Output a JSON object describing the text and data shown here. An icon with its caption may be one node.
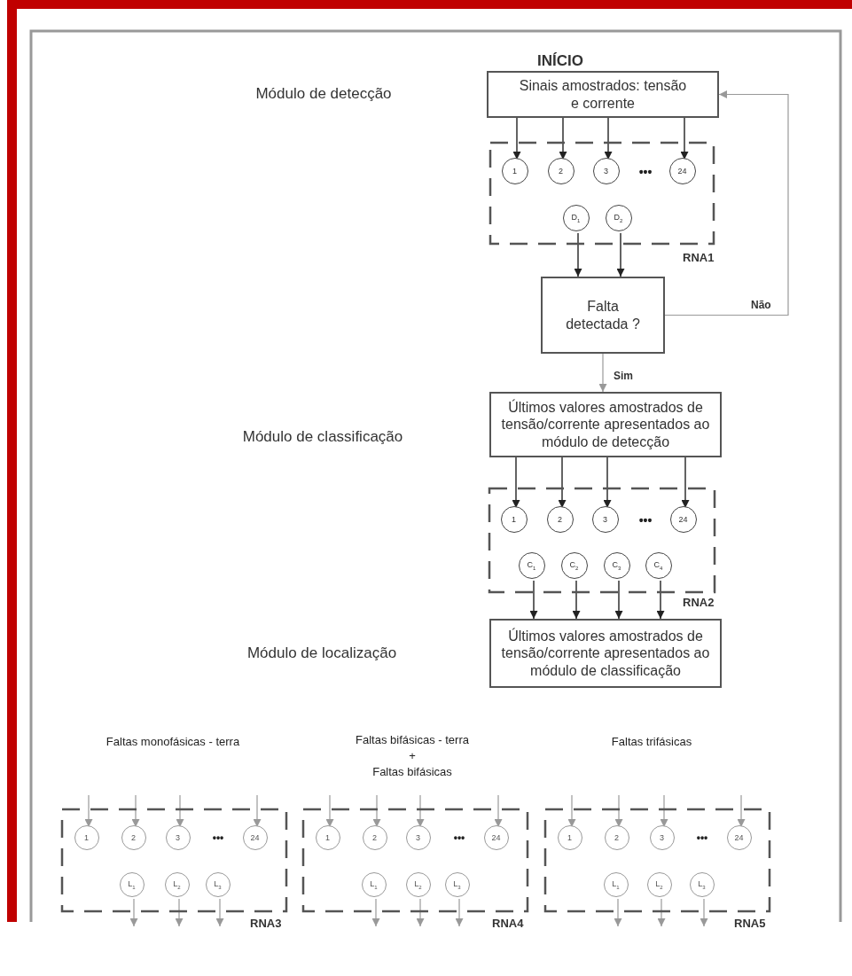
{
  "diagram": {
    "nodes": [
      {
        "text": [
          "Sinais amostrados: tensão e corrente"
        ]
      },
      {
        "text": [],
        "shape": "box",
        "beside": [
          "RNA1"
        ]
      },
      {
        "text": [
          "1"
        ],
        "in": 1
      },
      {
        "text": [
          "2"
        ],
        "in": 1
      },
      {
        "text": [
          "3"
        ],
        "in": 1
      },
      {
        "text": [
          "24"
        ],
        "in": 1
      },
      {
        "text": [
          "D$_{1}$"
        ],
        "in": 1
      },
      {
        "text": [
          "D$_{2}$"
        ],
        "in": 1
      },
      {
        "text": [
          "Falta detectada ?"
        ]
      },
      {
        "text": [
          "Últimos valores amostrados de tensão/corrente apresentados ao módulo de detecção"
        ]
      },
      {
        "text": [],
        "shape": "box",
        "beside": [
          "RNA2"
        ]
      },
      {
        "text": [
          "1"
        ],
        "in": 10
      },
      {
        "text": [
          "2"
        ],
        "in": 10
      },
      {
        "text": [
          "3"
        ],
        "in": 10
      },
      {
        "text": [
          "24"
        ],
        "in": 10
      },
      {
        "text": [
          "C$_{1}$"
        ],
        "in": 10
      },
      {
        "text": [
          "C$_{2}$"
        ],
        "in": 10
      },
      {
        "text": [
          "C$_{3}$"
        ],
        "in": 10
      },
      {
        "text": [
          "C$_{4}$"
        ],
        "in": 10
      },
      {
        "text": [
          "Últimos valores amostrados de tensão/corrente apresentados ao módulo de classificação"
        ]
      },
      {
        "text": [],
        "shape": "box",
        "beside": [
          "RNA3"
        ]
      },
      {
        "text": [
          "1"
        ],
        "in": 20
      },
      {
        "text": [
          "2"
        ],
        "in": 20
      },
      {
        "text": [
          "3"
        ],
        "in": 20
      },
      {
        "text": [
          "24"
        ],
        "in": 20
      },
      {
        "text": [
          "L$_{1}$"
        ],
        "in": 20
      },
      {
        "text": [
          "L$_{2}$"
        ],
        "in": 20
      },
      {
        "text": [
          "L$_{3}$"
        ],
        "in": 20
      },
      {
        "text": [],
        "shape": "box",
        "beside": [
          "RNA4"
        ]
      },
      {
        "text": [
          "1"
        ],
        "in": 28
      },
      {
        "text": [
          "2"
        ],
        "in": 28
      },
      {
        "text": [
          "3"
        ],
        "in": 28
      },
      {
        "text": [
          "24"
        ],
        "in": 28
      },
      {
        "text": [
          "L$_{1}$"
        ],
        "in": 28
      },
      {
        "text": [
          "L$_{2}$"
        ],
        "in": 28
      },
      {
        "text": [
          "L$_{3}$"
        ],
        "in": 28
      },
      {
        "text": [],
        "shape": "box",
        "beside": [
          "RNA5"
        ]
      },
      {
        "text": [
          "1"
        ],
        "in": 36
      },
      {
        "text": [
          "2"
        ],
        "in": 36
      },
      {
        "text": [
          "3"
        ],
        "in": 36
      },
      {
        "text": [
          "24"
        ],
        "in": 36
      },
      {
        "text": [
          "L$_{1}$"
        ],
        "in": 36
      },
      {
        "text": [
          "L$_{2}$"
        ],
        "in": 36
      },
      {
        "text": [
          "L$_{3}$"
        ],
        "in": 36
      }
    ],
    "edges": [
      {
        "from": 0,
        "to": 2,
        "arrow": "to",
        "color": "#222222"
      },
      {
        "from": 0,
        "to": 3,
        "arrow": "to",
        "color": "#222222"
      },
      {
        "from": 0,
        "to": 4,
        "arrow": "to",
        "color": "#222222"
      },
      {
        "from": 0,
        "to": 5,
        "arrow": "to",
        "color": "#222222"
      },
      {
        "from": 6,
        "to": 8,
        "arrow": "to",
        "color": "#222222"
      },
      {
        "from": 7,
        "to": 8,
        "arrow": "to",
        "color": "#222222"
      },
      {
        "from": 8,
        "to": 0,
        "arrow": "to",
        "label": "Não"
      },
      {
        "from": 8,
        "to": 9,
        "arrow": "to",
        "label": "Sim"
      },
      {
        "from": 9,
        "to": 11,
        "arrow": "to",
        "color": "#222222"
      },
      {
        "from": 9,
        "to": 12,
        "arrow": "to",
        "color": "#222222"
      },
      {
        "from": 9,
        "to": 13,
        "arrow": "to",
        "color": "#222222"
      },
      {
        "from": 9,
        "to": 14,
        "arrow": "to",
        "color": "#222222"
      },
      {
        "from": 15,
        "to": 19,
        "arrow": "to",
        "color": "#222222"
      },
      {
        "from": 16,
        "to": 19,
        "arrow": "to",
        "color": "#222222"
      },
      {
        "from": 17,
        "to": 19,
        "arrow": "to",
        "color": "#222222"
      },
      {
        "from": 18,
        "to": 19,
        "arrow": "to",
        "color": "#222222"
      },
      {
        "from": null,
        "to": 21,
        "arrow": "to"
      },
      {
        "from": null,
        "to": 22,
        "arrow": "to"
      },
      {
        "from": null,
        "to": 23,
        "arrow": "to"
      },
      {
        "from": null,
        "to": 24,
        "arrow": "to"
      },
      {
        "from": 25,
        "to": null,
        "arrow": "to"
      },
      {
        "from": 26,
        "to": null,
        "arrow": "to"
      },
      {
        "from": 27,
        "to": null,
        "arrow": "to"
      },
      {
        "from": null,
        "to": 29,
        "arrow": "to"
      },
      {
        "from": null,
        "to": 30,
        "arrow": "to"
      },
      {
        "from": null,
        "to": 31,
        "arrow": "to"
      },
      {
        "from": null,
        "to": 32,
        "arrow": "to"
      },
      {
        "from": 33,
        "to": null,
        "arrow": "to"
      },
      {
        "from": 34,
        "to": null,
        "arrow": "to"
      },
      {
        "from": 35,
        "to": null,
        "arrow": "to"
      },
      {
        "from": null,
        "to": 37,
        "arrow": "to"
      },
      {
        "from": null,
        "to": 38,
        "arrow": "to"
      },
      {
        "from": null,
        "to": 39,
        "arrow": "to"
      },
      {
        "from": null,
        "to": 40,
        "arrow": "to"
      },
      {
        "from": 41,
        "to": null,
        "arrow": "to"
      },
      {
        "from": 42,
        "to": null,
        "arrow": "to"
      },
      {
        "from": 43,
        "to": null,
        "arrow": "to"
      }
    ],
    "labels": [
      "INÍCIO",
      "Módulo de detecção",
      "•••",
      "Módulo de classificação",
      "•••",
      "Módulo de localização",
      "Faltas monofásicas - terra",
      "Faltas bifásicas - terra",
      "Faltas trifásicas",
      "+",
      "Faltas bifásicas",
      "•••",
      "•••",
      "•••"
    ]
  }
}
